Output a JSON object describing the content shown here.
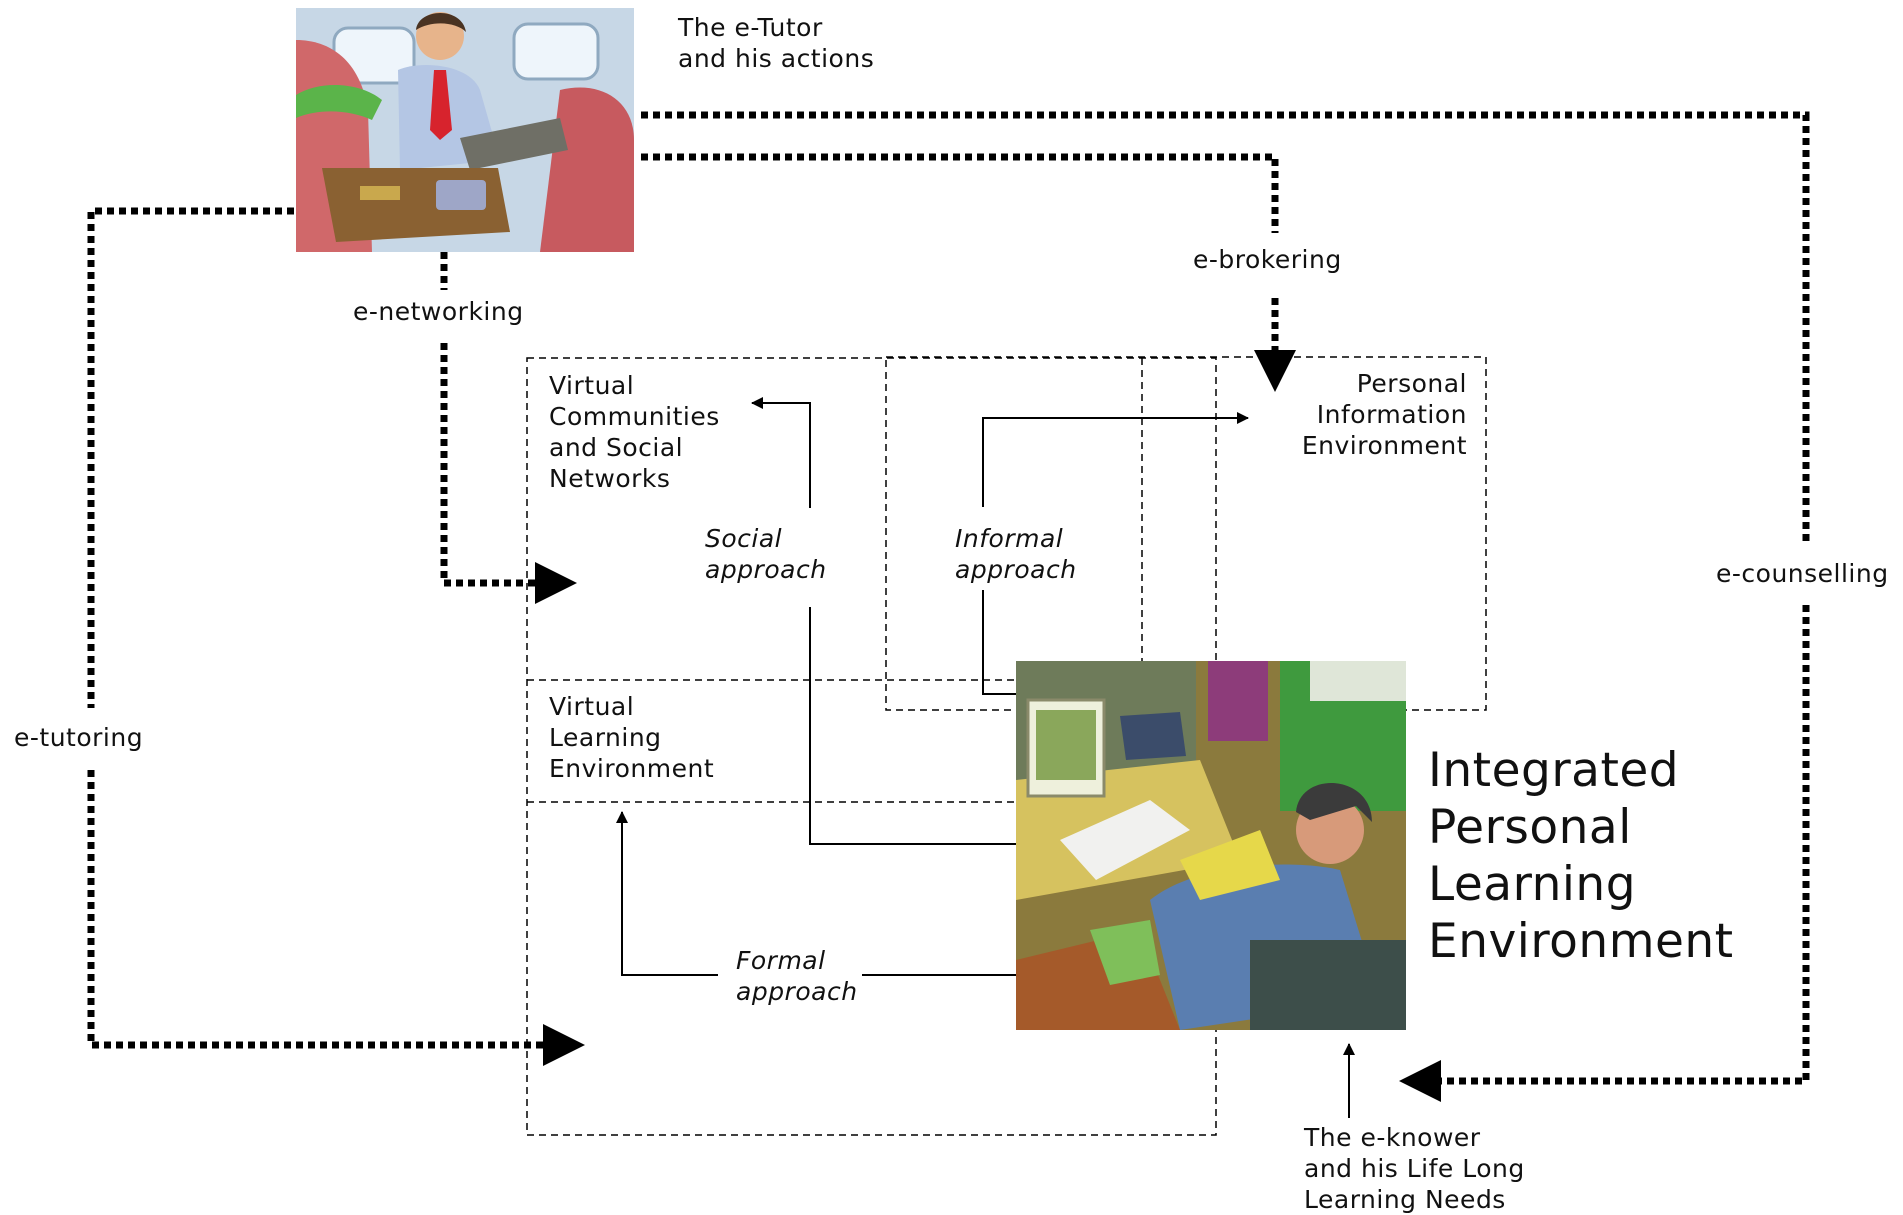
{
  "tutor": {
    "caption": "The e-Tutor\nand his actions"
  },
  "actions": {
    "networking": "e-networking",
    "tutoring": "e-tutoring",
    "brokering": "e-brokering",
    "counselling": "e-counselling"
  },
  "environments": {
    "communities": "Virtual\nCommunities\nand Social\nNetworks",
    "personal_info": "Personal\nInformation\nEnvironment",
    "learning": "Virtual\nLearning\nEnvironment"
  },
  "approaches": {
    "social": "Social\napproach",
    "informal": "Informal\napproach",
    "formal": "Formal\napproach"
  },
  "integrated": {
    "title": "Integrated\nPersonal\nLearning\nEnvironment"
  },
  "knower": {
    "caption": "The e-knower\nand his Life Long\nLearning Needs"
  }
}
